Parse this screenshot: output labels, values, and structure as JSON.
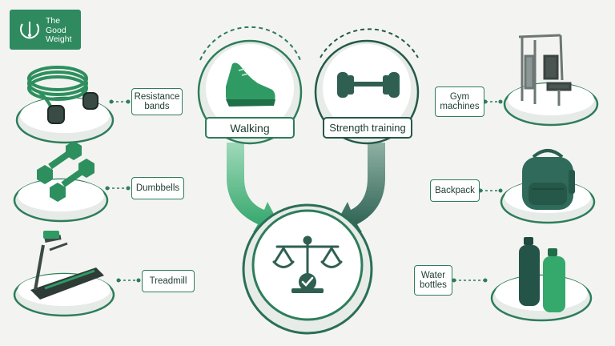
{
  "logo": {
    "text_line1": "The",
    "text_line2": "Good",
    "text_line3": "Weight",
    "icon": "scale-dial-icon"
  },
  "center": {
    "left_label": "Walking",
    "right_label": "Strength training",
    "hub_icon": "balance-scale-check-icon"
  },
  "left_items": [
    {
      "label_line1": "Resistance",
      "label_line2": "bands",
      "icon": "resistance-band-icon"
    },
    {
      "label_line1": "Dumbbells",
      "label_line2": "",
      "icon": "dumbbells-icon"
    },
    {
      "label_line1": "Treadmill",
      "label_line2": "",
      "icon": "treadmill-icon"
    }
  ],
  "right_items": [
    {
      "label_line1": "Gym",
      "label_line2": "machines",
      "icon": "gym-machine-icon"
    },
    {
      "label_line1": "Backpack",
      "label_line2": "",
      "icon": "backpack-icon"
    },
    {
      "label_line1": "Water",
      "label_line2": "bottles",
      "icon": "water-bottles-icon"
    }
  ],
  "colors": {
    "primary": "#2e7d5b",
    "accent": "#3aa873",
    "dark": "#24594a",
    "background": "#f3f4f1"
  }
}
